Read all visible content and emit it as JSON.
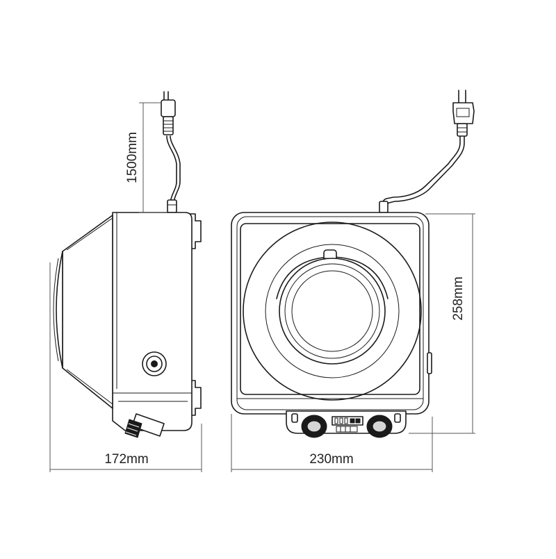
{
  "dimensions": {
    "cord_length": "1500mm",
    "side_depth": "172mm",
    "front_width": "230mm",
    "front_height": "258mm"
  },
  "colors": {
    "line": "#1a1a1a",
    "dimension_line": "#555555",
    "background": "#ffffff"
  },
  "icons": {
    "power_knob": "power-knob-icon",
    "plug": "plug-icon"
  }
}
